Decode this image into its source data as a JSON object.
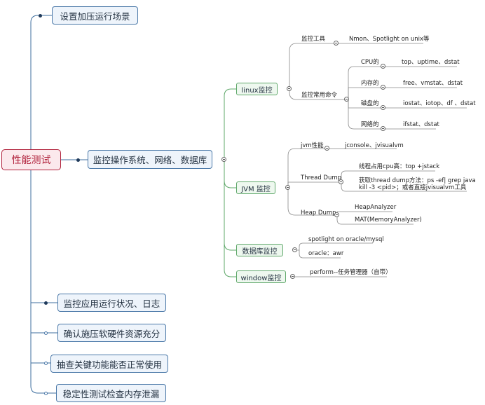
{
  "root": {
    "label": "性能测试"
  },
  "branches": {
    "scene": "设置加压运行场景",
    "monitor": "监控操作系统、网络、数据库",
    "app": "监控应用运行状况、日志",
    "resource": "确认施压软硬件资源充分",
    "func": "抽查关键功能能否正常使用",
    "stability": "稳定性测试检查内存泄漏"
  },
  "monitor_children": {
    "linux": "linux监控",
    "jvm": "JVM 监控",
    "db": "数据库监控",
    "window": "window监控"
  },
  "linux": {
    "tools_label": "监控工具",
    "tools_value": "Nmon、Spotlight on unix等",
    "cmds_label": "监控常用命令",
    "cpu_label": "CPU的",
    "cpu_value": "top、uptime、dstat",
    "mem_label": "内存的",
    "mem_value": "free、vmstat、dstat",
    "disk_label": "磁盘的",
    "disk_value": "iostat、iotop、df 、dstat",
    "net_label": "网络的",
    "net_value": "ifstat、dstat"
  },
  "jvm": {
    "perf_label": "jvm性能",
    "perf_value": "jconsole、jvisualvm",
    "thread_label": "Thread Dump",
    "thread_v1": "线程占用cpu高：top +jstack",
    "thread_v2a": "获取thread dump方法：ps -ef| grep java",
    "thread_v2b": "kill -3 <pid>；或者直接jvisualvm工具",
    "heap_label": "Heap Dump",
    "heap_v1": "HeapAnalyzer",
    "heap_v2": "MAT(MemoryAnalyzer)"
  },
  "db": {
    "v1": "spotlight on oracle/mysql",
    "v2": "oracle：awr"
  },
  "window": {
    "v1": "perform--任务管理器（自带）"
  }
}
